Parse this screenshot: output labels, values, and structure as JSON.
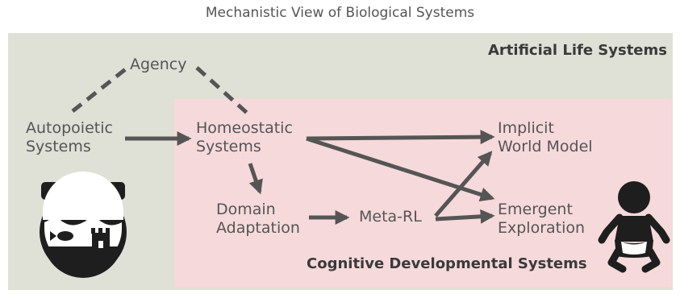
{
  "title": "Mechanistic View of Biological Systems",
  "regions": {
    "outer": "Artificial Life Systems",
    "inner": "Cognitive Developmental Systems"
  },
  "nodes": {
    "agency": "Agency",
    "autopoietic": "Autopoietic\nSystems",
    "homeostatic": "Homeostatic\nSystems",
    "implicit": "Implicit\nWorld Model",
    "domain": "Domain\nAdaptation",
    "metarl": "Meta-RL",
    "emergent": "Emergent\nExploration"
  },
  "edges": [
    {
      "from": "autopoietic",
      "to": "agency",
      "style": "dashed"
    },
    {
      "from": "agency",
      "to": "homeostatic",
      "style": "dashed"
    },
    {
      "from": "autopoietic",
      "to": "homeostatic",
      "style": "arrow"
    },
    {
      "from": "homeostatic",
      "to": "implicit",
      "style": "arrow"
    },
    {
      "from": "homeostatic",
      "to": "emergent",
      "style": "arrow"
    },
    {
      "from": "homeostatic",
      "to": "domain",
      "style": "arrow"
    },
    {
      "from": "domain",
      "to": "metarl",
      "style": "arrow"
    },
    {
      "from": "metarl",
      "to": "implicit",
      "style": "arrow"
    },
    {
      "from": "metarl",
      "to": "emergent",
      "style": "arrow"
    }
  ],
  "icons": [
    "fishbowl-icon",
    "baby-icon"
  ],
  "colors": {
    "outer_bg": "#dfe0d6",
    "inner_bg": "#f6d9da",
    "arrow": "#555555",
    "icon": "#1e1e1e"
  }
}
